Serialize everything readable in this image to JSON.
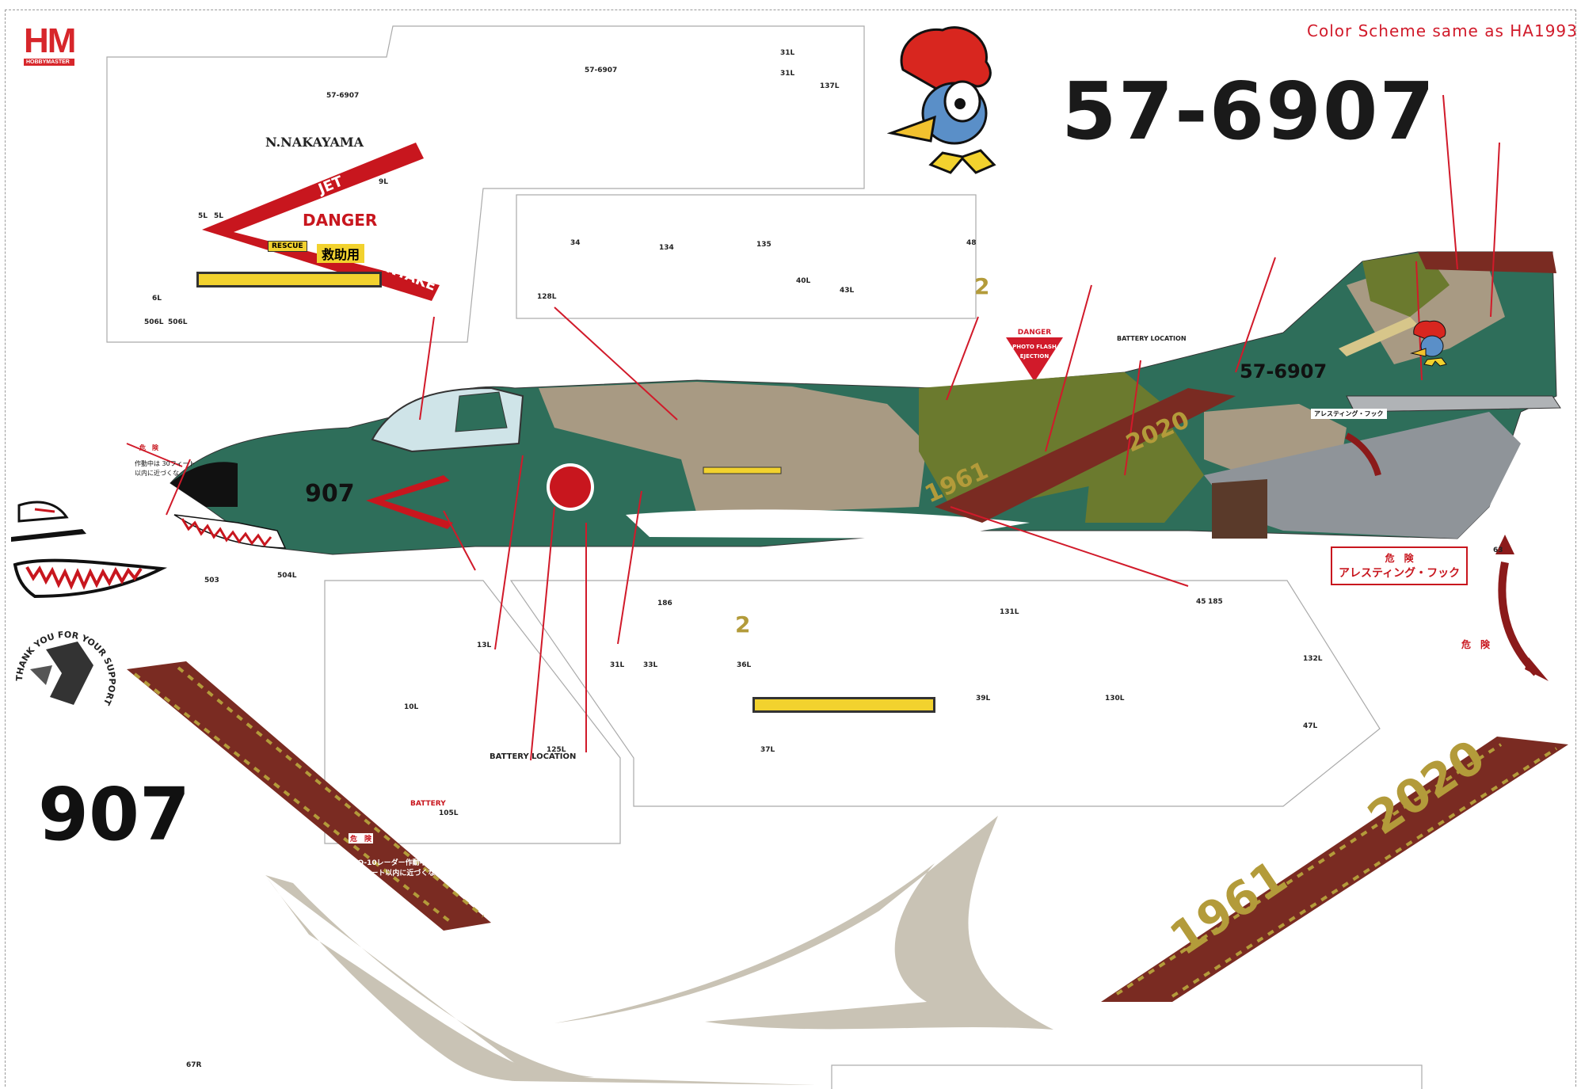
{
  "header": {
    "logo_mark": "HM",
    "logo_sub": "HOBBYMASTER",
    "color_note": "Color Scheme same as HA1993"
  },
  "serials": {
    "big_serial": "57-6907",
    "tail_serial": "57-6907",
    "nose_number": "907",
    "side_number": "907"
  },
  "stencils": {
    "pilot_name": "N.NAKAYAMA",
    "danger": "DANGER",
    "jet": "JET",
    "intake": "INTAKE",
    "rescue": "RESCUE",
    "rescue_jp": "救助用",
    "battery_location": "BATTERY LOCATION",
    "battery": "BATTERY",
    "photo_flash_danger": "DANGER",
    "photo_flash": "PHOTO FLASH",
    "ejection": "EJECTION",
    "arresting_hook_kiken": "危　険",
    "arresting_hook": "アレスティング・フック",
    "kiken": "危　険",
    "radar_warning_1": "APQ-10レーダー作動中は",
    "radar_warning_2": "20フィート以内に近づくな",
    "nose_kiken": "危　険",
    "nose_line1": "作動中は 30フィート",
    "nose_line2": "以内に近づくな"
  },
  "anniversary": {
    "year_start": "1961",
    "year_end": "2020"
  },
  "support_badge": {
    "text": "THANK YOU FOR YOUR SUPPORT"
  },
  "codes": {
    "c57_6907_a": "57-6907",
    "c57_6907_b": "57-6907",
    "c5l": "5L",
    "c6l": "6L",
    "c9l": "9L",
    "c31l": "31L",
    "c137l": "137L",
    "c34": "34",
    "c134": "134",
    "c135": "135",
    "c40l": "40L",
    "c43l": "43L",
    "c48": "48",
    "c128l": "128L",
    "c2": "2",
    "c506l": "506L",
    "c503": "503",
    "c504l": "504L",
    "c13l": "13L",
    "c10l": "10L",
    "c105l": "105L",
    "c125l": "125L",
    "c186": "186",
    "c33l": "33L",
    "c36l": "36L",
    "c37l": "37L",
    "c131l": "131L",
    "c39l": "39L",
    "c130l": "130L",
    "c45": "45",
    "c185": "185",
    "c132l": "132L",
    "c47l": "47L",
    "c63": "63",
    "c67r": "67R"
  },
  "colors": {
    "camo_green": "#2e6e5a",
    "camo_olive": "#6b7a2e",
    "camo_tan": "#a89a83",
    "anniv_brown": "#7a2b22",
    "anniv_gold": "#b39b3a",
    "arrow_red": "#d11a2a",
    "ghost_gray": "#c9c3b5"
  },
  "icons": {
    "woodpecker": "woody-woodpecker-mascot",
    "hinomaru": "hinomaru-roundel",
    "sharkmouth": "shark-mouth",
    "warning_triangle": "warning-triangle"
  }
}
